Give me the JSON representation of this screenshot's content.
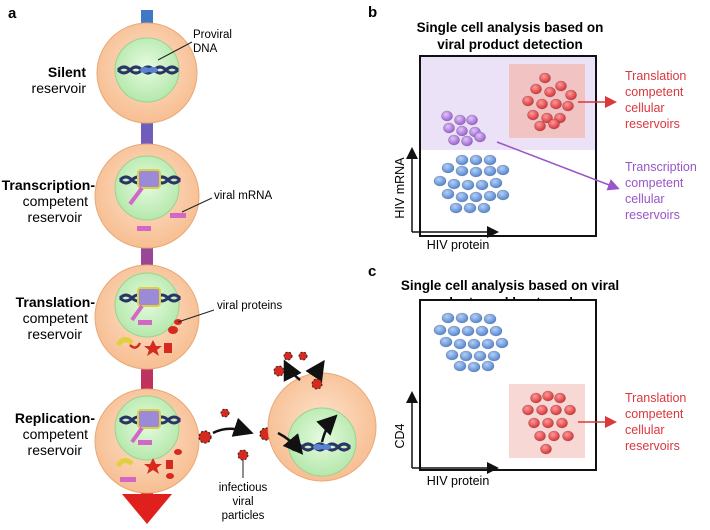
{
  "panel_a": {
    "letter": "a",
    "stages": [
      {
        "title": "Silent",
        "subtitle": "reservoir",
        "callout": "Proviral",
        "callout2": "DNA"
      },
      {
        "title": "Transcription-",
        "subtitle": "competent",
        "subtitle2": "reservoir",
        "callout": "viral mRNA"
      },
      {
        "title": "Translation-",
        "subtitle": "competent",
        "subtitle2": "reservoir",
        "callout": "viral proteins"
      },
      {
        "title": "Replication-",
        "subtitle": "competent",
        "subtitle2": "reservoir"
      }
    ],
    "particles_label": [
      "infectious",
      "viral",
      "particles"
    ]
  },
  "panel_b": {
    "letter": "b",
    "title": [
      "Single cell analysis based on",
      "viral product detection"
    ],
    "y_axis": "HIV mRNA",
    "x_axis": "HIV protein",
    "label_red": [
      "Translation",
      "competent",
      "cellular",
      "reservoirs"
    ],
    "label_purple": [
      "Transcription",
      "competent",
      "cellular",
      "reservoirs"
    ]
  },
  "panel_c": {
    "letter": "c",
    "title": [
      "Single cell analysis based on viral",
      "products and host markers"
    ],
    "y_axis": "CD4",
    "x_axis": "HIV protein",
    "label_red": [
      "Translation",
      "competent",
      "cellular",
      "reservoirs"
    ]
  },
  "colors": {
    "cell_fill": "#fbd2b0",
    "nucleus_fill": "#cdf3c4",
    "dna": "#3b4a8c",
    "mrna": "#d466c8",
    "protein": "#d62a1e",
    "blue_dot": "#6f9ee0",
    "red_dot": "#e5474f",
    "purple_dot": "#b27ee0",
    "red_label": "#d9383e",
    "purple_label": "#9a55c8"
  }
}
